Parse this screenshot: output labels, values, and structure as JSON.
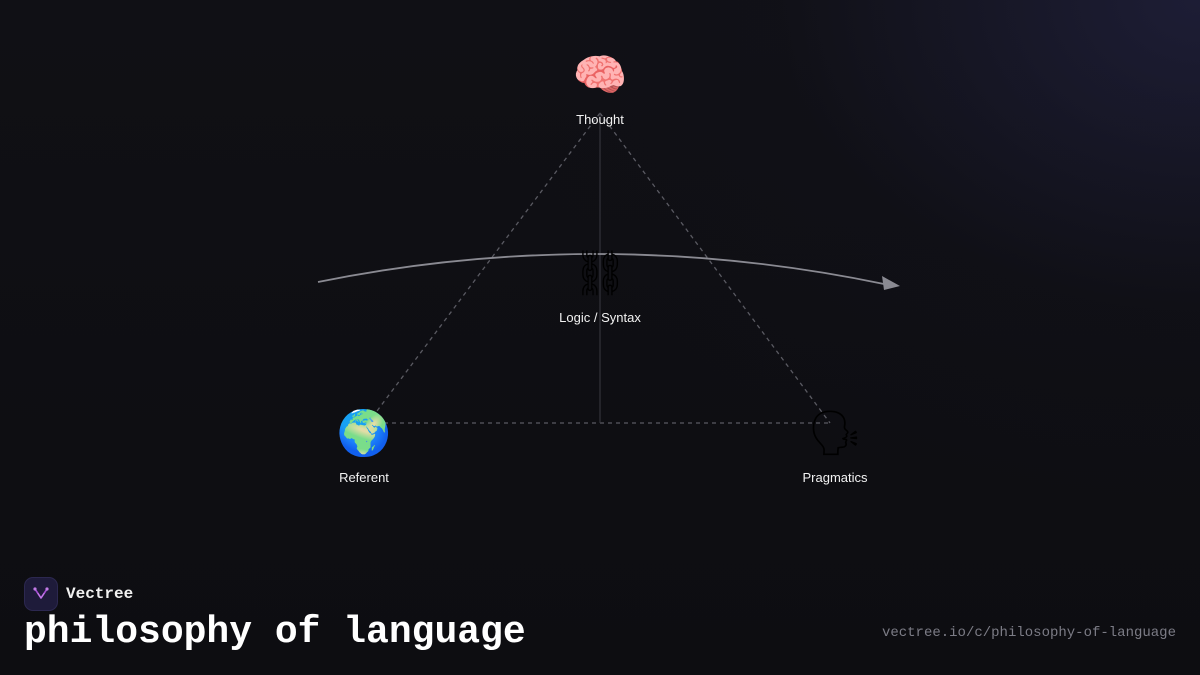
{
  "diagram": {
    "nodes": {
      "thought": {
        "icon": "🧠",
        "icon_name": "brain-icon",
        "label": "Thought"
      },
      "logic": {
        "icon": "⛓",
        "icon_name": "chain-icon",
        "label": "Logic / Syntax"
      },
      "referent": {
        "icon": "🌍",
        "icon_name": "globe-icon",
        "label": "Referent"
      },
      "pragmatics": {
        "icon": "🗣",
        "icon_name": "speaking-head-icon",
        "label": "Pragmatics"
      }
    },
    "colors": {
      "edge": "#5a5a62",
      "arrow": "#8a8a92"
    }
  },
  "brand": {
    "name": "Vectree",
    "logo_icon": "vectree-logo-icon",
    "logo_color": "#a64dd6"
  },
  "footer": {
    "title": "philosophy of language",
    "url": "vectree.io/c/philosophy-of-language"
  }
}
